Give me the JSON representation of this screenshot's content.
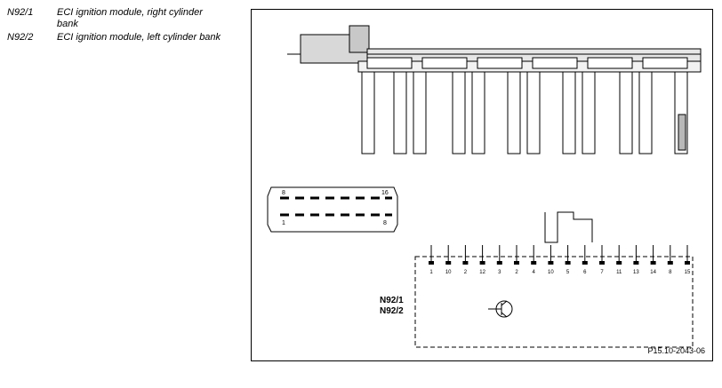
{
  "legend": [
    {
      "code": "N92/1",
      "description": "ECI ignition module, right cylinder bank"
    },
    {
      "code": "N92/2",
      "description": "ECI ignition module, left cylinder bank"
    }
  ],
  "connector": {
    "top_left": "8",
    "top_right": "16",
    "bottom_left": "1",
    "bottom_right": "8"
  },
  "schematic": {
    "label_1": "N92/1",
    "label_2": "N92/2",
    "pins": [
      "1",
      "10",
      "2",
      "12",
      "3",
      "2",
      "4",
      "10",
      "5",
      "6",
      "7",
      "11",
      "13",
      "14",
      "8",
      "15"
    ]
  },
  "reference": "P15.10-2043-06"
}
